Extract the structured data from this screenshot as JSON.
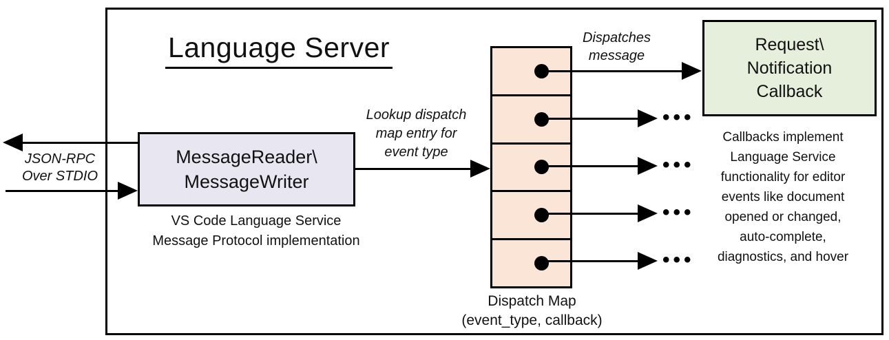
{
  "diagram": {
    "title": "Language Server",
    "io_label": "JSON-RPC\nOver STDIO",
    "reader_box": {
      "label": "MessageReader\\\nMessageWriter",
      "caption": "VS Code Language Service\nMessage Protocol implementation"
    },
    "lookup_label": "Lookup dispatch\nmap entry for\nevent type",
    "dispatch_map": {
      "caption": "Dispatch Map\n(event_type, callback)",
      "entry_count": 5
    },
    "dispatches_label": "Dispatches\nmessage",
    "callback_box": {
      "label": "Request\\\nNotification\nCallback"
    },
    "callbacks_note": "Callbacks implement\nLanguage Service\nfunctionality for editor\nevents like document\nopened or changed,\nauto-complete,\ndiagnostics, and hover",
    "ellipsis": "•••",
    "colors": {
      "reader_box_fill": "#E8E6F0",
      "dispatch_cell_fill": "#FBE5D6",
      "callback_box_fill": "#E5EFDC",
      "line": "#000000"
    }
  }
}
